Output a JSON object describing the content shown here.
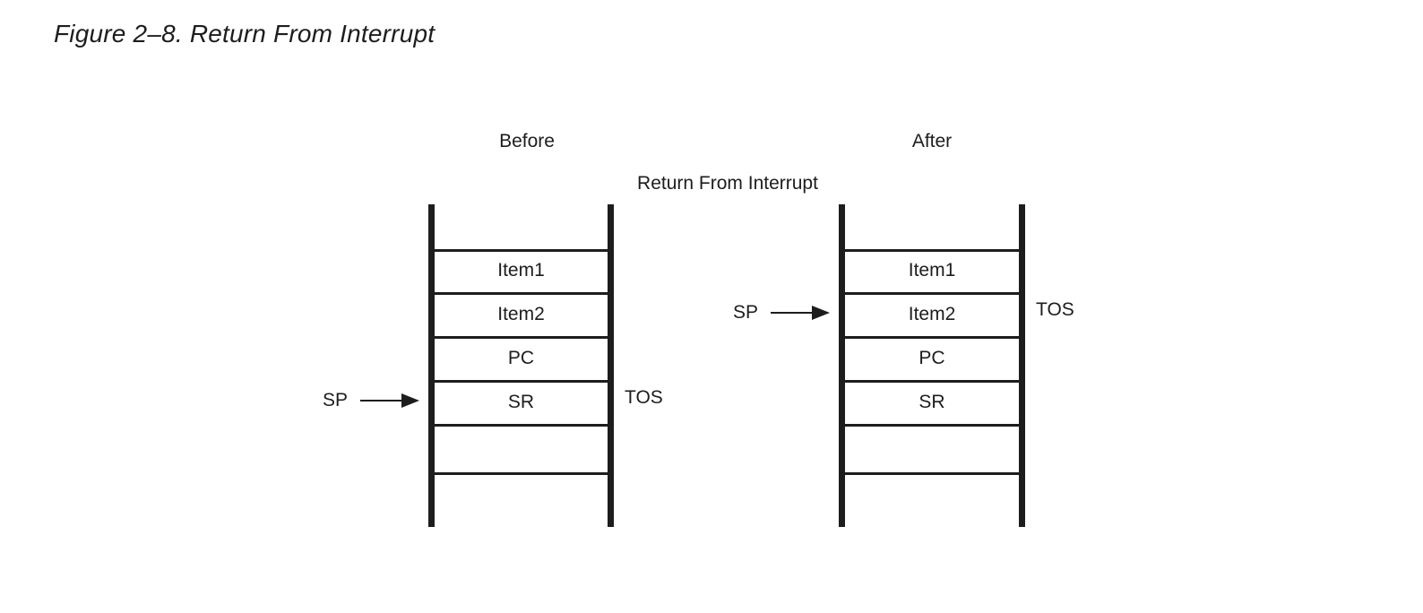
{
  "figure": {
    "title": "Figure 2–8. Return From Interrupt"
  },
  "diagram": {
    "headings": {
      "before": "Before",
      "after": "After"
    },
    "transition_label": "Return From Interrupt",
    "stacks": [
      {
        "id": "before",
        "heading": "Before",
        "cells": [
          "",
          "Item1",
          "Item2",
          "PC",
          "SR",
          "",
          ""
        ],
        "pointer": {
          "label": "SP",
          "target_cell_index": 4,
          "target_cell_text": "SR"
        },
        "tos": {
          "label": "TOS",
          "target_cell_index": 4,
          "target_cell_text": "SR"
        }
      },
      {
        "id": "after",
        "heading": "After",
        "cells": [
          "",
          "Item1",
          "Item2",
          "PC",
          "SR",
          "",
          ""
        ],
        "pointer": {
          "label": "SP",
          "target_cell_index": 2,
          "target_cell_text": "Item2"
        },
        "tos": {
          "label": "TOS",
          "target_cell_index": 2,
          "target_cell_text": "Item2"
        }
      }
    ],
    "colors": {
      "ink": "#1d1d1d",
      "background": "#ffffff"
    }
  }
}
